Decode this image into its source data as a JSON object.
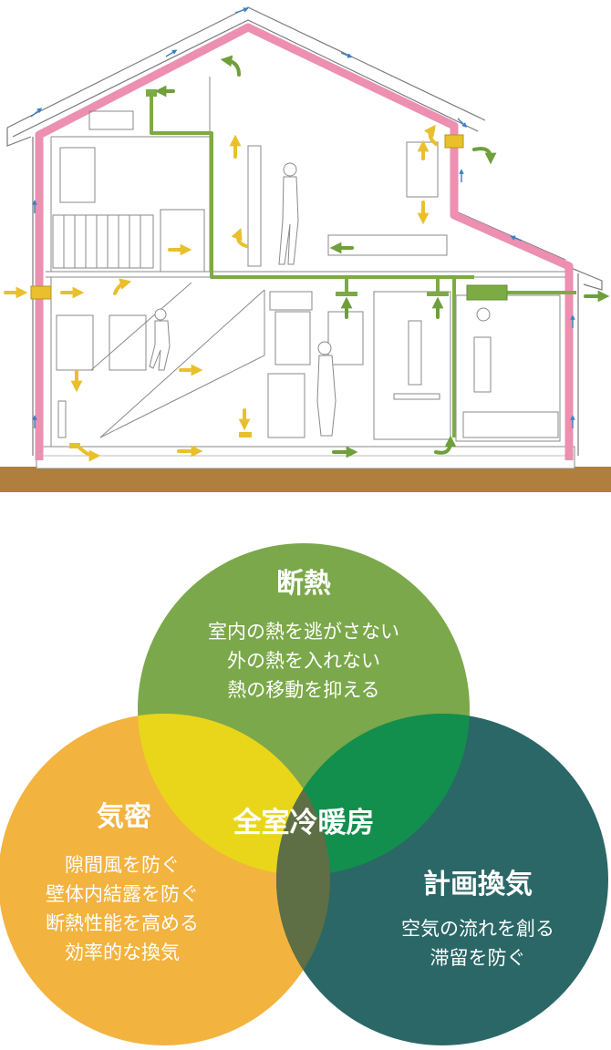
{
  "colors": {
    "insulation": "#ec8fb1",
    "duct": "#7cab43",
    "arrow_yellow": "#e9c02c",
    "arrow_green": "#6f9f3a",
    "ground": "#b07e3d",
    "circle_insulation": "#7ba84a",
    "circle_airtight": "#f3b33f",
    "circle_ventilation": "#2b6767",
    "overlap_top": "#e9d61a",
    "overlap_right": "#128f4c",
    "overlap_left": "#5e6e45",
    "line": "#7a7a7a"
  },
  "venn": {
    "center_label": "全室冷暖房",
    "insulation": {
      "title": "断熱",
      "lines": [
        "室内の熱を逃がさない",
        "外の熱を入れない",
        "熱の移動を抑える"
      ]
    },
    "airtight": {
      "title": "気密",
      "lines": [
        "隙間風を防ぐ",
        "壁体内結露を防ぐ",
        "断熱性能を高める",
        "効率的な換気"
      ]
    },
    "ventilation": {
      "title": "計画換気",
      "lines": [
        "空気の流れを創る",
        "滞留を防ぐ"
      ]
    }
  }
}
